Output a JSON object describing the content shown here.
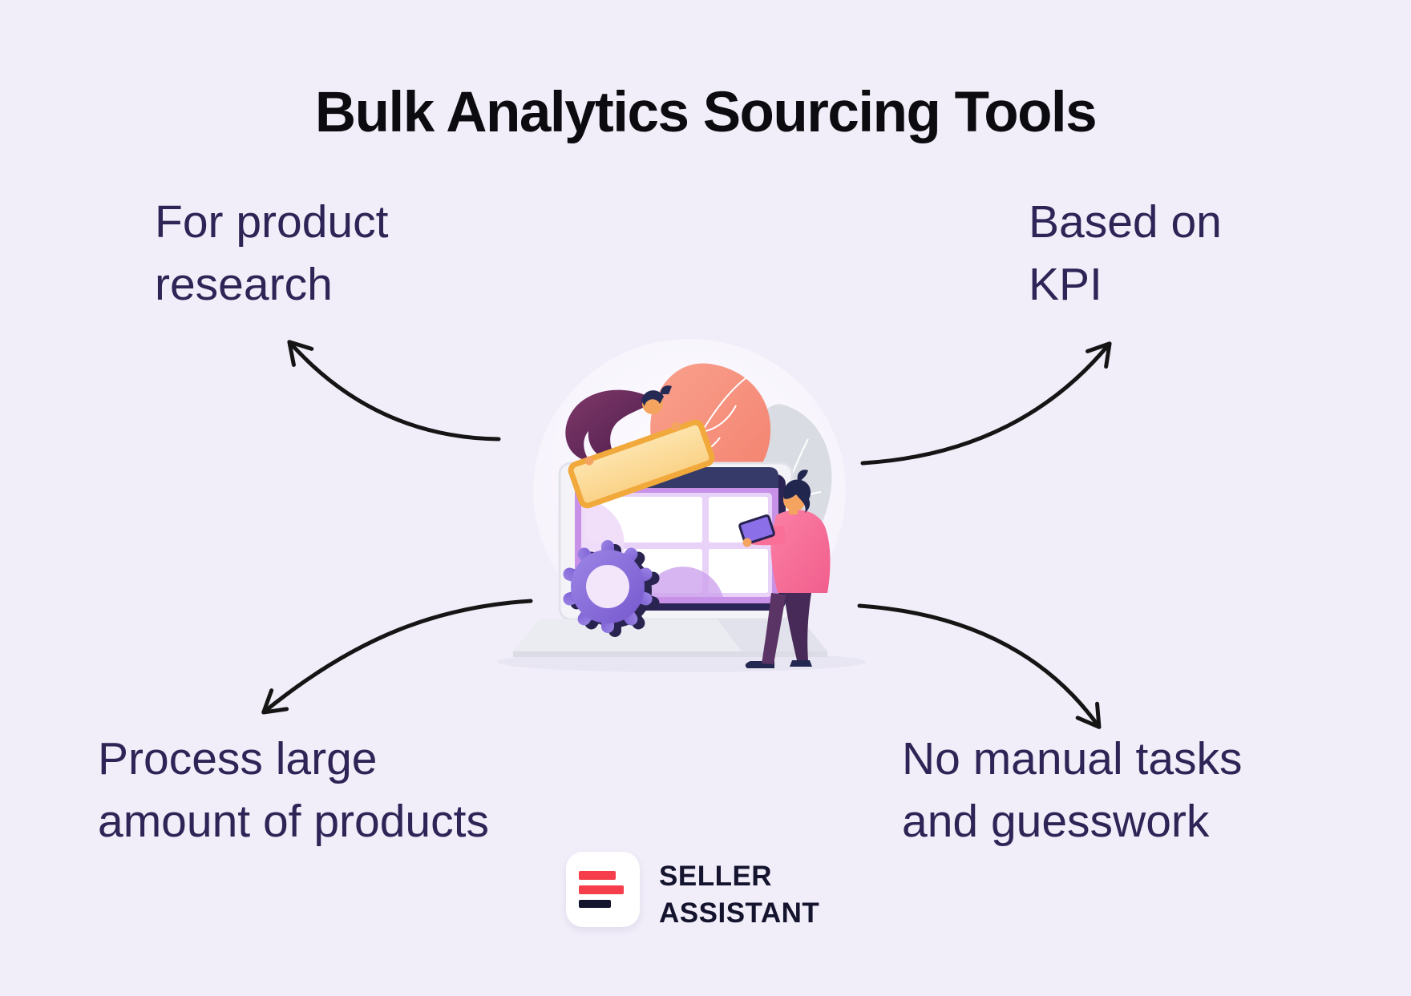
{
  "title": "Bulk Analytics Sourcing Tools",
  "labels": {
    "top_left": {
      "line1": "For product",
      "line2": "research"
    },
    "top_right": {
      "line1": "Based on",
      "line2": "KPI"
    },
    "bottom_left": {
      "line1": "Process large",
      "line2": "amount of products"
    },
    "bottom_right": {
      "line1": "No manual tasks",
      "line2": "and guesswork"
    }
  },
  "logo": {
    "line1": "SELLER",
    "line2": "ASSISTANT"
  },
  "colors": {
    "background": "#F1EDF9",
    "title_text": "#0C0C10",
    "label_text": "#2E2456",
    "arrow": "#151515",
    "logo_red": "#F63D4C",
    "logo_dark": "#14142E",
    "logo_tile": "#FFFFFF",
    "illustration_coral": "#F58F7D",
    "illustration_purple": "#8D74DE",
    "illustration_pink": "#F76D92",
    "illustration_yellow": "#FBD287",
    "illustration_navy": "#353A68"
  }
}
